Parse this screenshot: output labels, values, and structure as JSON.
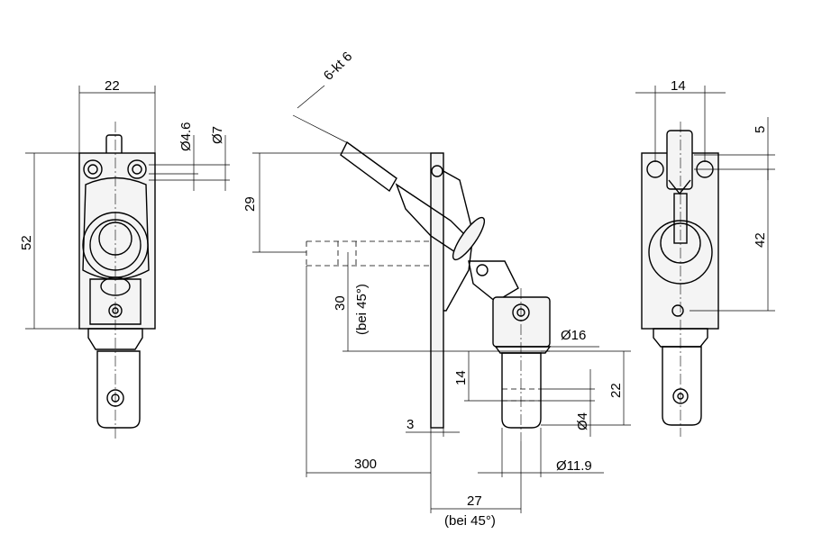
{
  "front_view": {
    "width": "22",
    "hole_dia_small": "Ø4.6",
    "hole_dia_large": "Ø7",
    "height": "52"
  },
  "side_view": {
    "hex_key": "6-kt 6",
    "offset_29": "29",
    "offset_30": "30",
    "offset_30_note": "(bei 45°)",
    "length_300": "300",
    "plate_3": "3",
    "dia_16": "Ø16",
    "len_14": "14",
    "len_22": "22",
    "dia_4": "Ø4",
    "dia_11_9": "Ø11.9",
    "len_27": "27",
    "len_27_note": "(bei 45°)"
  },
  "right_view": {
    "width": "14",
    "offset_5": "5",
    "height_42": "42"
  }
}
